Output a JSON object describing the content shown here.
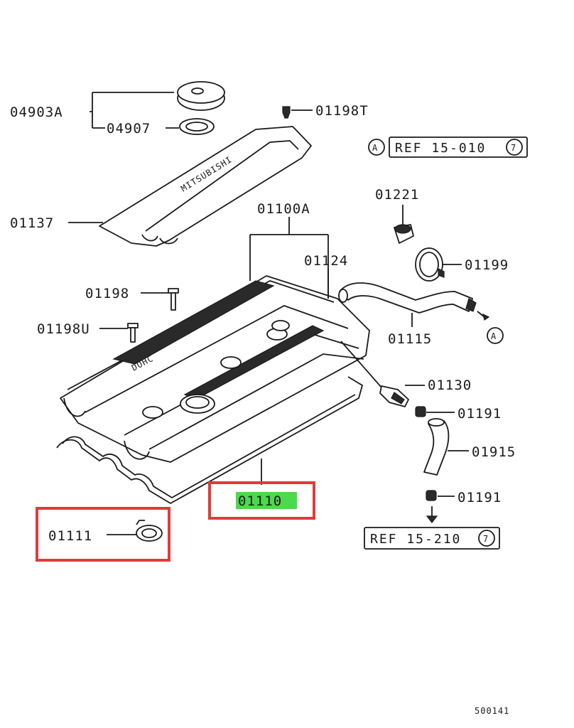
{
  "labels": {
    "p04903A": "04903A",
    "p04907": "04907",
    "p01198T": "01198T",
    "p01137": "01137",
    "p01100A": "01100A",
    "p01221": "01221",
    "p01124": "01124",
    "p01199": "01199",
    "p01198": "01198",
    "p01198U": "01198U",
    "p01115": "01115",
    "p01130": "01130",
    "p01191a": "01191",
    "p01915": "01915",
    "p01191b": "01191",
    "p01110": "01110",
    "p01111": "01111",
    "ref1_circle": "A",
    "ref1_text": "REF 15-010",
    "ref1_num": "7",
    "refA_circle": "A",
    "ref2_text": "REF 15-210",
    "ref2_num": "7",
    "drawing_no": "500141",
    "cover_logo": "MITSUBISHI"
  },
  "colors": {
    "highlight_box": "#e03b3b",
    "highlight_fill": "#4cd94c",
    "ink": "#1a1a1a"
  }
}
